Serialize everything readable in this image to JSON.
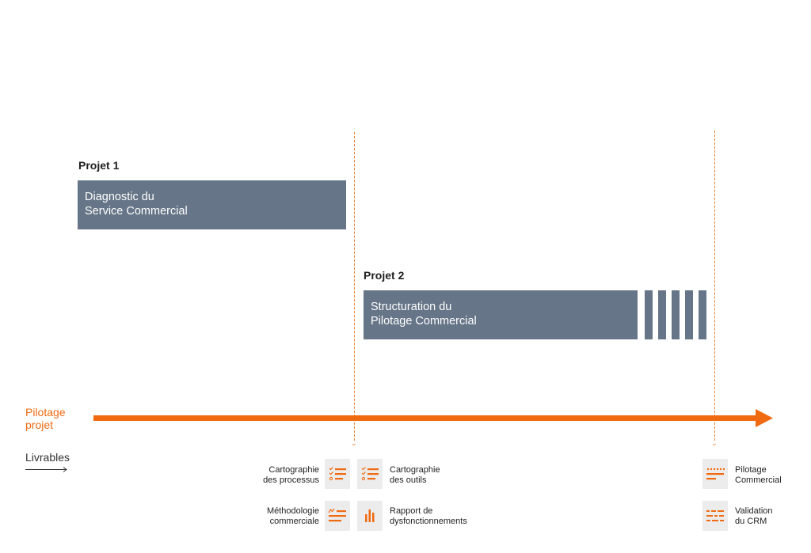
{
  "project1": {
    "title": "Projet 1",
    "bar_line1": "Diagnostic du",
    "bar_line2": "Service Commercial"
  },
  "project2": {
    "title": "Projet 2",
    "bar_line1": "Structuration du",
    "bar_line2": "Pilotage Commercial"
  },
  "timeline": {
    "label_line1": "Pilotage",
    "label_line2": "projet"
  },
  "livrables": {
    "label": "Livrables"
  },
  "deliverables": [
    {
      "line1": "Cartographie",
      "line2": "des processus",
      "icon": "checklist-icon"
    },
    {
      "line1": "Cartographie",
      "line2": "des outils",
      "icon": "checklist-icon"
    },
    {
      "line1": "Méthodologie",
      "line2": "commerciale",
      "icon": "chart-text-icon"
    },
    {
      "line1": "Rapport de",
      "line2": "dysfonctionnements",
      "icon": "bar-chart-icon"
    },
    {
      "line1": "Pilotage",
      "line2": "Commercial",
      "icon": "rating-list-icon"
    },
    {
      "line1": "Validation",
      "line2": "du CRM",
      "icon": "sliders-icon"
    }
  ],
  "colors": {
    "accent": "#f06a12",
    "bar": "#667587",
    "icon_bg": "#ececec"
  }
}
